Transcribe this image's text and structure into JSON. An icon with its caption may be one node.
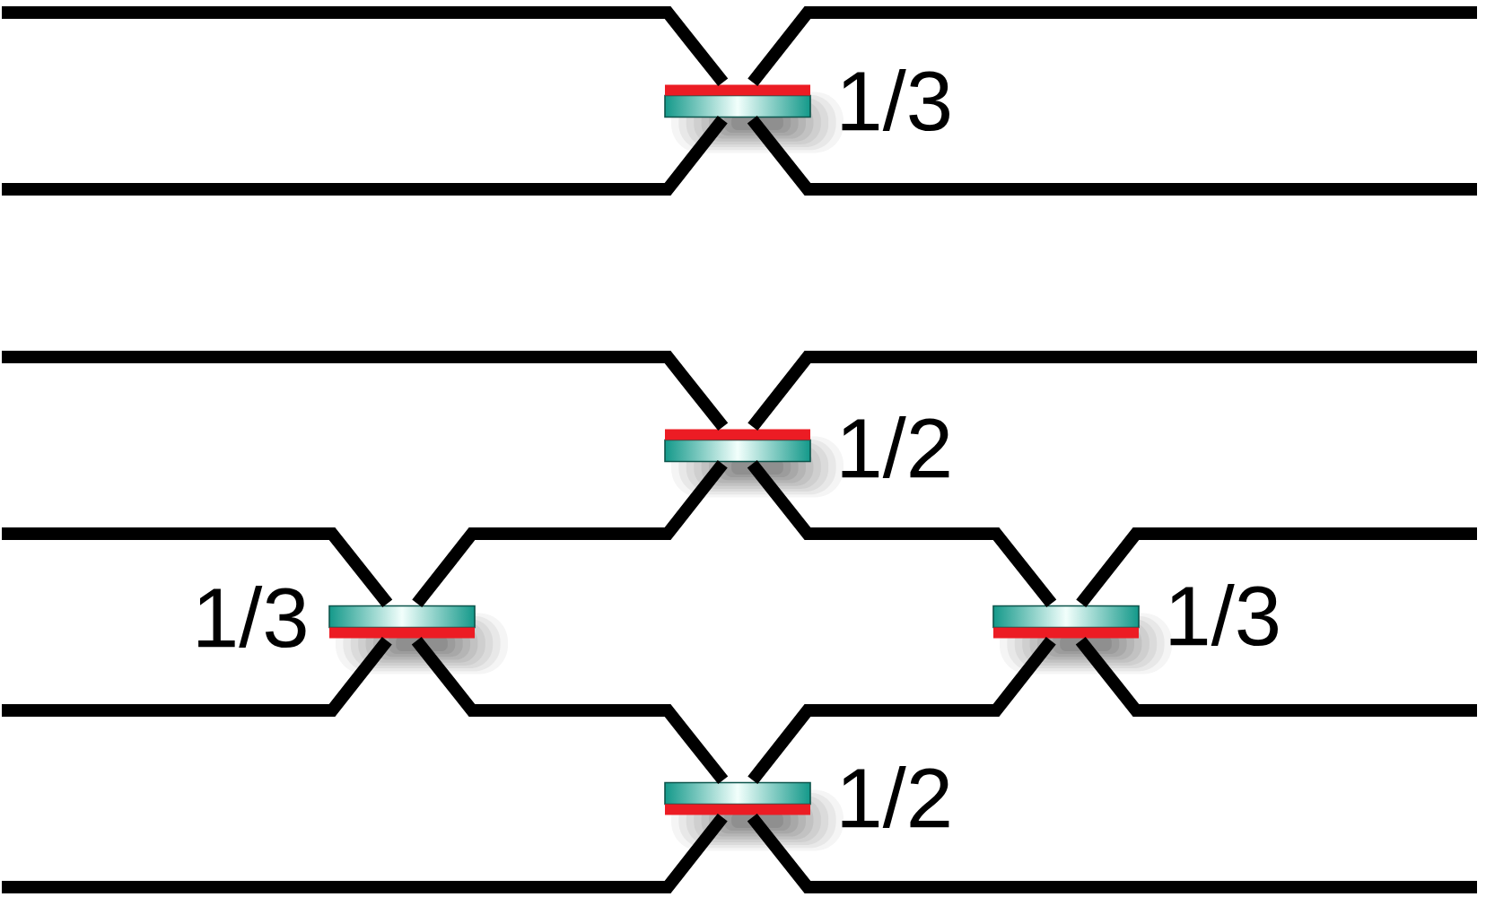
{
  "diagram": {
    "nodes": [
      {
        "text": [],
        "shape": "bar",
        "beside": [
          "1/3"
        ]
      },
      {
        "text": [],
        "shape": "bar",
        "beside": [
          "1/2"
        ]
      },
      {
        "text": [],
        "shape": "bar",
        "beside": [
          "1/3"
        ]
      },
      {
        "text": [],
        "shape": "bar",
        "beside": [
          "1/3"
        ]
      },
      {
        "text": [],
        "shape": "bar",
        "beside": [
          "1/2"
        ]
      }
    ],
    "edges": [
      {
        "from": null,
        "to": 0,
        "arrow": "none"
      },
      {
        "from": null,
        "to": 0,
        "arrow": "none"
      },
      {
        "from": 0,
        "to": null,
        "arrow": "none"
      },
      {
        "from": 0,
        "to": null,
        "arrow": "none"
      },
      {
        "from": null,
        "to": 1,
        "arrow": "none"
      },
      {
        "from": 1,
        "to": null,
        "arrow": "none"
      },
      {
        "from": null,
        "to": 2,
        "arrow": "none"
      },
      {
        "from": null,
        "to": 2,
        "arrow": "none"
      },
      {
        "from": 2,
        "to": 1,
        "arrow": "none"
      },
      {
        "from": 2,
        "to": 4,
        "arrow": "none"
      },
      {
        "from": 1,
        "to": 3,
        "arrow": "none"
      },
      {
        "from": 4,
        "to": 3,
        "arrow": "none"
      },
      {
        "from": 3,
        "to": null,
        "arrow": "none"
      },
      {
        "from": 3,
        "to": null,
        "arrow": "none"
      },
      {
        "from": null,
        "to": 4,
        "arrow": "none"
      },
      {
        "from": 4,
        "to": null,
        "arrow": "none"
      }
    ]
  }
}
